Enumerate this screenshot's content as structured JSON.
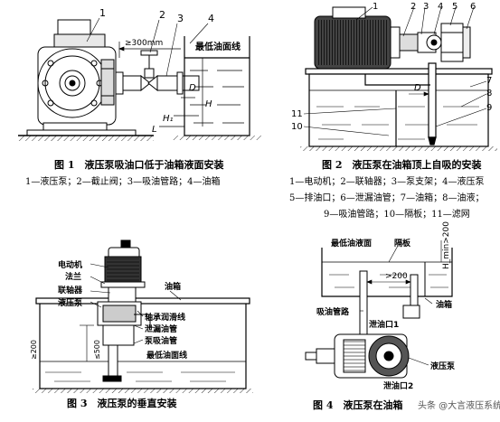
{
  "fig1": {
    "caption": "图 1　液压泵吸油口低于油箱液面安装",
    "legend": "1—液压泵；2—截止阀；3—吸油管路；4—油箱",
    "callouts": [
      "1",
      "2",
      "3",
      "4"
    ],
    "dim_distance": "≥300mm",
    "level_label": "最低油面线",
    "sym_D": "D",
    "sym_H": "H",
    "sym_H1": "H₁",
    "sym_L": "L"
  },
  "fig2": {
    "caption": "图 2　液压泵在油箱顶上自吸的安装",
    "legend_line1": "1—电动机；2—联轴器；3—泵支架；4—液压泵",
    "legend_line2": "5—排油口；6—泄漏油管；7—油箱；8—油液；",
    "legend_line3": "9—吸油管路；10—隔板；11—滤网",
    "callouts": [
      "1",
      "2",
      "3",
      "4",
      "5",
      "6",
      "7",
      "8",
      "9",
      "10",
      "11"
    ],
    "sym_D": "D"
  },
  "fig3": {
    "caption": "图 3　液压泵的垂直安装",
    "labels": {
      "motor": "电动机",
      "flange": "法兰",
      "coupling": "联轴器",
      "pump": "液压泵",
      "tank": "油箱",
      "bearing_line": "轴承润滑线",
      "drain_pipe": "泄漏油管",
      "suction_pipe": "泵吸油管",
      "min_level": "最低油面线"
    },
    "dim_200": "≥200",
    "dim_500": "≤500"
  },
  "fig4": {
    "caption": "图 4　液压泵在油箱",
    "labels": {
      "min_level": "最低油液面",
      "baffle": "隔板",
      "suction_pipe": "吸油管路",
      "drain1": "泄油口1",
      "drain2": "泄油口2",
      "pump": "液压泵",
      "tank": "油箱"
    },
    "dim_200": ">200",
    "hmin": "H_min>200"
  },
  "watermark": "头条 @大言液压系统"
}
